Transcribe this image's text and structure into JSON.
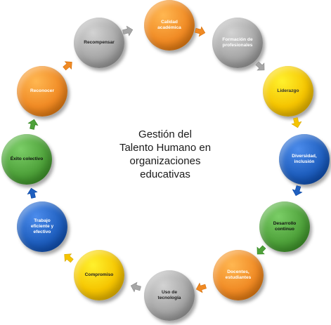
{
  "title_lines": [
    "Gestión del",
    "Talento Humano en",
    "organizaciones",
    "educativas"
  ],
  "colors": {
    "orange": "#f08a24",
    "grey": "#a6a6a6",
    "yellow": "#f5c400",
    "blue": "#1f5fbf",
    "green": "#4ea13a"
  },
  "nodes": [
    {
      "id": "calidad-academica",
      "label_lines": [
        "Calidad",
        "académica"
      ],
      "color": "orange",
      "text": "#ffffff"
    },
    {
      "id": "formacion-profesionales",
      "label_lines": [
        "Formación de",
        "profesionales"
      ],
      "color": "grey",
      "text": "#ffffff"
    },
    {
      "id": "liderazgo",
      "label_lines": [
        "Liderazgo"
      ],
      "color": "yellow",
      "text": "#333333"
    },
    {
      "id": "diversidad-inclusion",
      "label_lines": [
        "Diversidad,",
        "inclusión"
      ],
      "color": "blue",
      "text": "#ffffff"
    },
    {
      "id": "desarrollo-continuo",
      "label_lines": [
        "Desarrollo",
        "continuo"
      ],
      "color": "green",
      "text": "#111111"
    },
    {
      "id": "docentes-estudiantes",
      "label_lines": [
        "Docentes,",
        "estudiantes"
      ],
      "color": "orange",
      "text": "#ffffff"
    },
    {
      "id": "uso-tecnologia",
      "label_lines": [
        "Uso de",
        "tecnología"
      ],
      "color": "grey",
      "text": "#222222"
    },
    {
      "id": "compromiso",
      "label_lines": [
        "Compromiso"
      ],
      "color": "yellow",
      "text": "#222222"
    },
    {
      "id": "trabajo-eficiente",
      "label_lines": [
        "Trabajo",
        "eficiente y",
        "efectivo"
      ],
      "color": "blue",
      "text": "#ffffff"
    },
    {
      "id": "exito-colectivo",
      "label_lines": [
        "Éxito colectivo"
      ],
      "color": "green",
      "text": "#111111"
    },
    {
      "id": "reconocer",
      "label_lines": [
        "Reconocer"
      ],
      "color": "orange",
      "text": "#ffffff"
    },
    {
      "id": "recompensar",
      "label_lines": [
        "Recompensar"
      ],
      "color": "grey",
      "text": "#222222"
    }
  ],
  "arrows": [
    {
      "color": "orange"
    },
    {
      "color": "grey"
    },
    {
      "color": "yellow"
    },
    {
      "color": "blue"
    },
    {
      "color": "green"
    },
    {
      "color": "orange"
    },
    {
      "color": "grey"
    },
    {
      "color": "yellow"
    },
    {
      "color": "blue"
    },
    {
      "color": "green"
    },
    {
      "color": "orange"
    },
    {
      "color": "grey"
    }
  ]
}
